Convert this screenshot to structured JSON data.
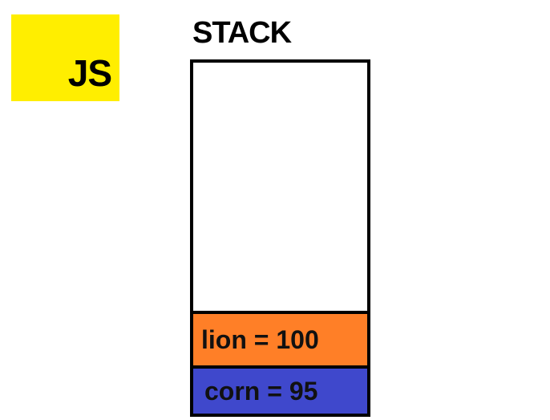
{
  "logo": {
    "text": "JS",
    "background_color": "#ffee00"
  },
  "stack": {
    "title": "STACK",
    "frames": [
      {
        "label": "lion = 100",
        "color": "#ff7f27"
      },
      {
        "label": "corn = 95",
        "color": "#3f48cc"
      }
    ]
  }
}
